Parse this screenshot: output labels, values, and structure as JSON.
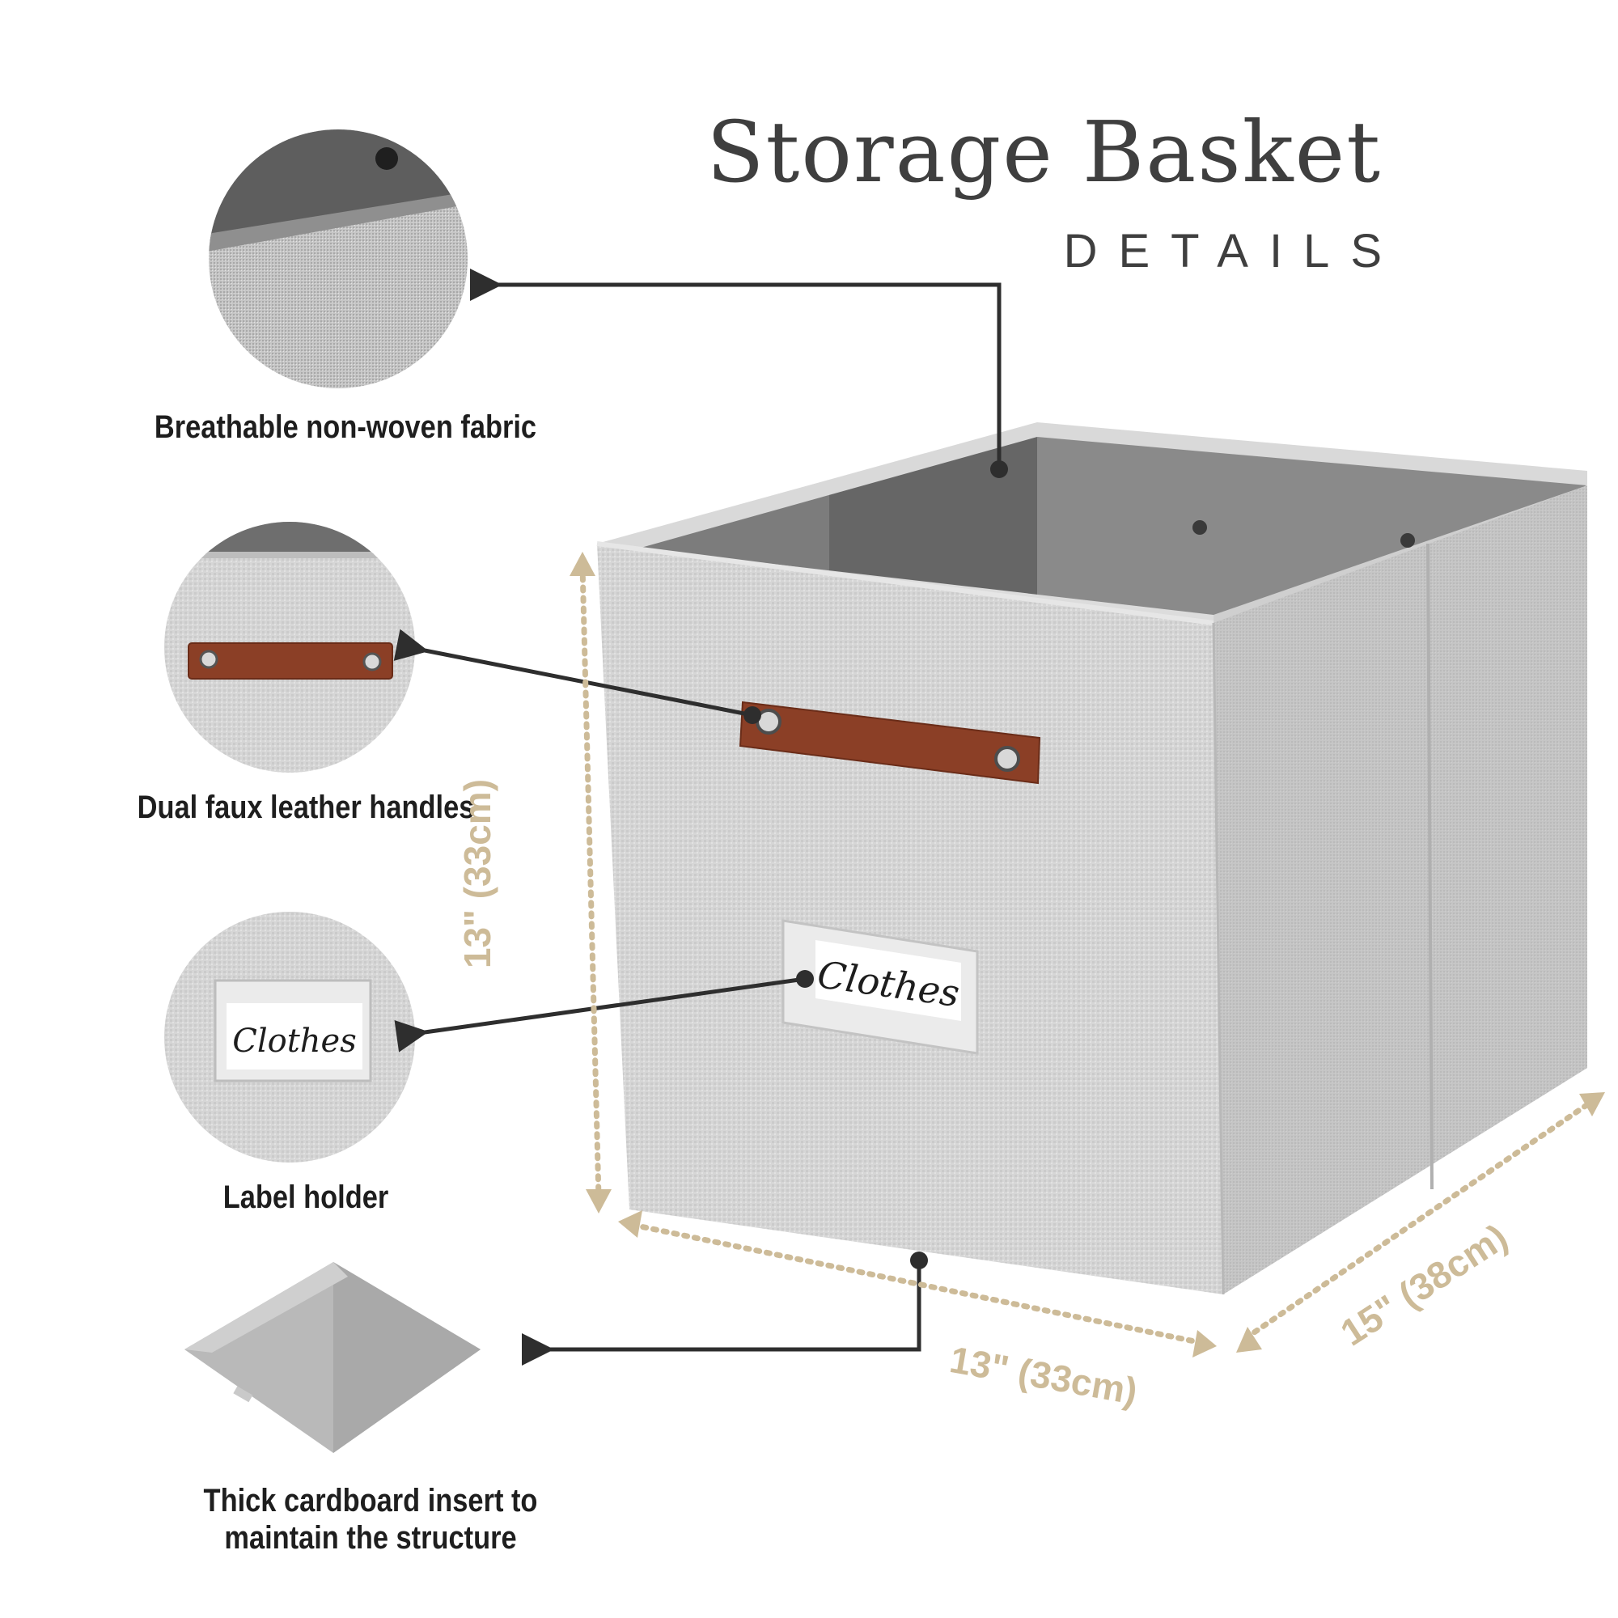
{
  "header": {
    "title": "Storage Basket",
    "subtitle": "DETAILS"
  },
  "features": [
    {
      "caption": "Breathable non-woven fabric",
      "icon": "fabric-corner-closeup"
    },
    {
      "caption": "Dual faux leather handles",
      "icon": "leather-handle-closeup"
    },
    {
      "caption": "Label holder",
      "icon": "label-holder-closeup"
    },
    {
      "caption_lines": [
        "Thick cardboard insert to",
        "maintain the structure"
      ],
      "icon": "cardboard-insert"
    }
  ],
  "label_card": {
    "text": "Clothes"
  },
  "dimensions": {
    "height": "13\" (33cm)",
    "width": "13\" (33cm)",
    "depth": "15\" (38cm)"
  },
  "colors": {
    "fabric_light": "#d4d4d4",
    "fabric_inside": "#7a7a7a",
    "leather": "#8b3f26",
    "dimension_accent": "#cdbb98",
    "callout_line": "#2e2e2e"
  }
}
